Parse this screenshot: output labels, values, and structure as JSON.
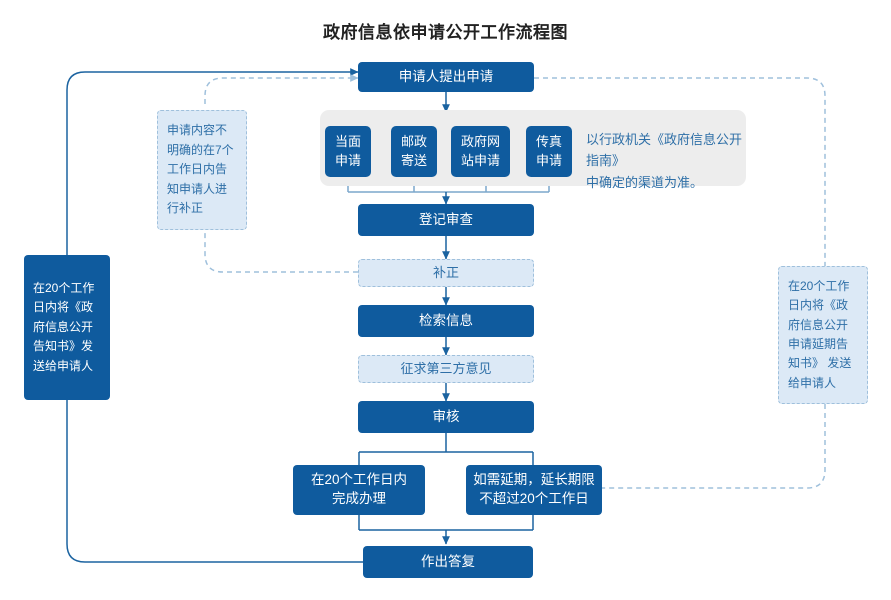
{
  "title": "政府信息依申请公开工作流程图",
  "colors": {
    "dark_blue": "#0F5B9E",
    "light_blue_fill": "#DCE9F6",
    "light_blue_border": "#9FC0DC",
    "light_blue_text": "#2E6FA7",
    "band_grey": "#EDEDED",
    "title_text": "#222222",
    "connector_solid": "#1B63A0",
    "connector_dashed": "#9FC0DC"
  },
  "flow": {
    "start_node": "申请人提出申请",
    "channels": [
      "当面\n申请",
      "邮政\n寄送",
      "政府网\n站申请",
      "传真\n申请"
    ],
    "channel_note": "以行政机关《政府信息公开指南》\n中确定的渠道为准。",
    "steps": [
      {
        "label": "登记审查",
        "style": "dark"
      },
      {
        "label": "补正",
        "style": "light"
      },
      {
        "label": "检索信息",
        "style": "dark"
      },
      {
        "label": "征求第三方意见",
        "style": "light"
      },
      {
        "label": "审核",
        "style": "dark"
      }
    ],
    "branch_left": "在20个工作日内\n完成办理",
    "branch_right": "如需延期，延长期限\n不超过20个工作日",
    "end_node": "作出答复"
  },
  "notes": {
    "left_light": "申请内容不明确的在7个工作日内告知申请人进行补正",
    "left_dark": "在20个工作日内将《政府信息公开告知书》发送给申请人",
    "right_light": "在20个工作日内将《政府信息公开申请延期告知书》 发送给申请人"
  }
}
